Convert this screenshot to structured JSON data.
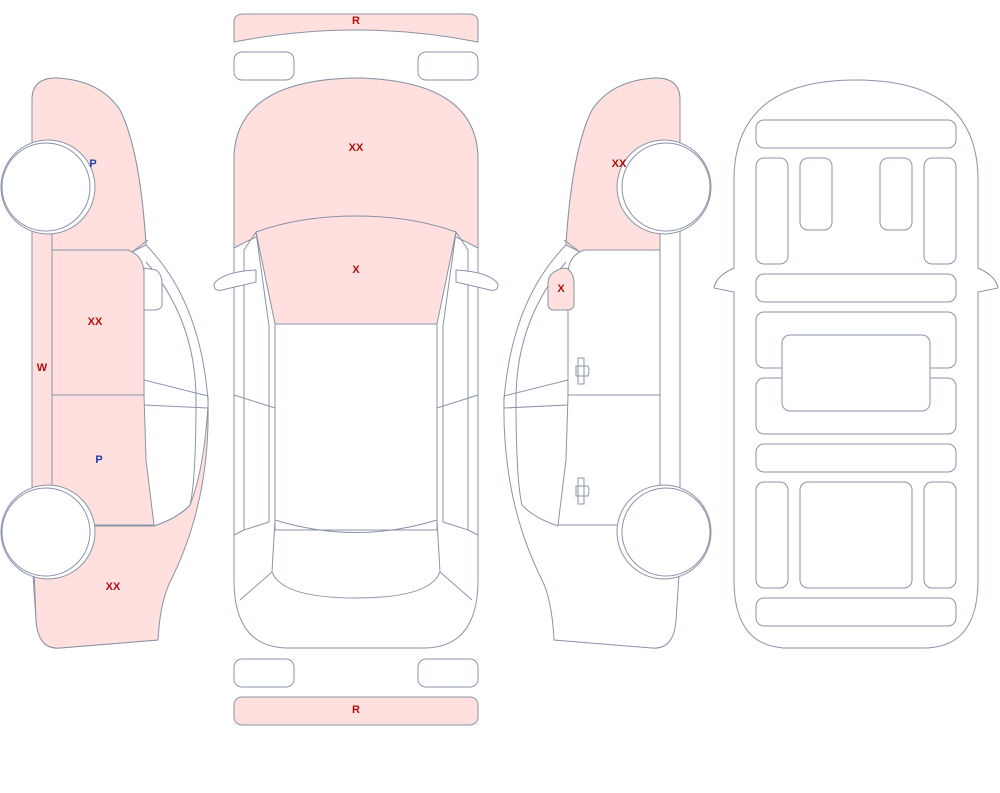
{
  "colors": {
    "damaged_fill": "#ffe0de",
    "outline": "#8a93a8",
    "code_red": "#b01010",
    "code_blue": "#1a3fae"
  },
  "markers": {
    "rear_bumper_top": "R",
    "front_bumper_bottom": "R",
    "hood": "XX",
    "windshield": "X",
    "left_front_fender": "P",
    "left_front_door": "XX",
    "left_rocker": "W",
    "left_rear_door": "P",
    "left_rear_quarter": "XX",
    "right_front_fender": "XX",
    "right_mirror": "X"
  }
}
